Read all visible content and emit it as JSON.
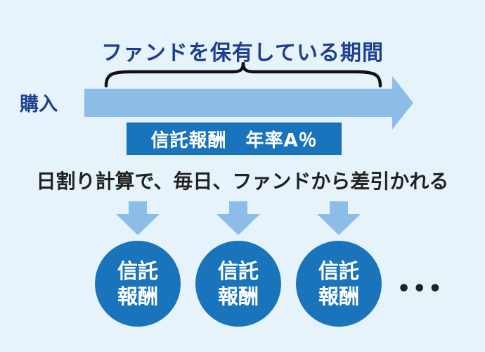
{
  "labels": {
    "period": "ファンドを保有している期間",
    "purchase": "購入",
    "fee_box": "信託報酬　年率A％",
    "daily": "日割り計算で、毎日、ファンドから差引かれる",
    "ellipsis": "•••"
  },
  "circles": [
    {
      "line1": "信託",
      "line2": "報酬"
    },
    {
      "line1": "信託",
      "line2": "報酬"
    },
    {
      "line1": "信託",
      "line2": "報酬"
    }
  ],
  "colors": {
    "background": "#e6f3fb",
    "dark_blue_text": "#1f3f8f",
    "fee_blue": "#1a74bb",
    "light_arrow": "#8cbde8"
  }
}
